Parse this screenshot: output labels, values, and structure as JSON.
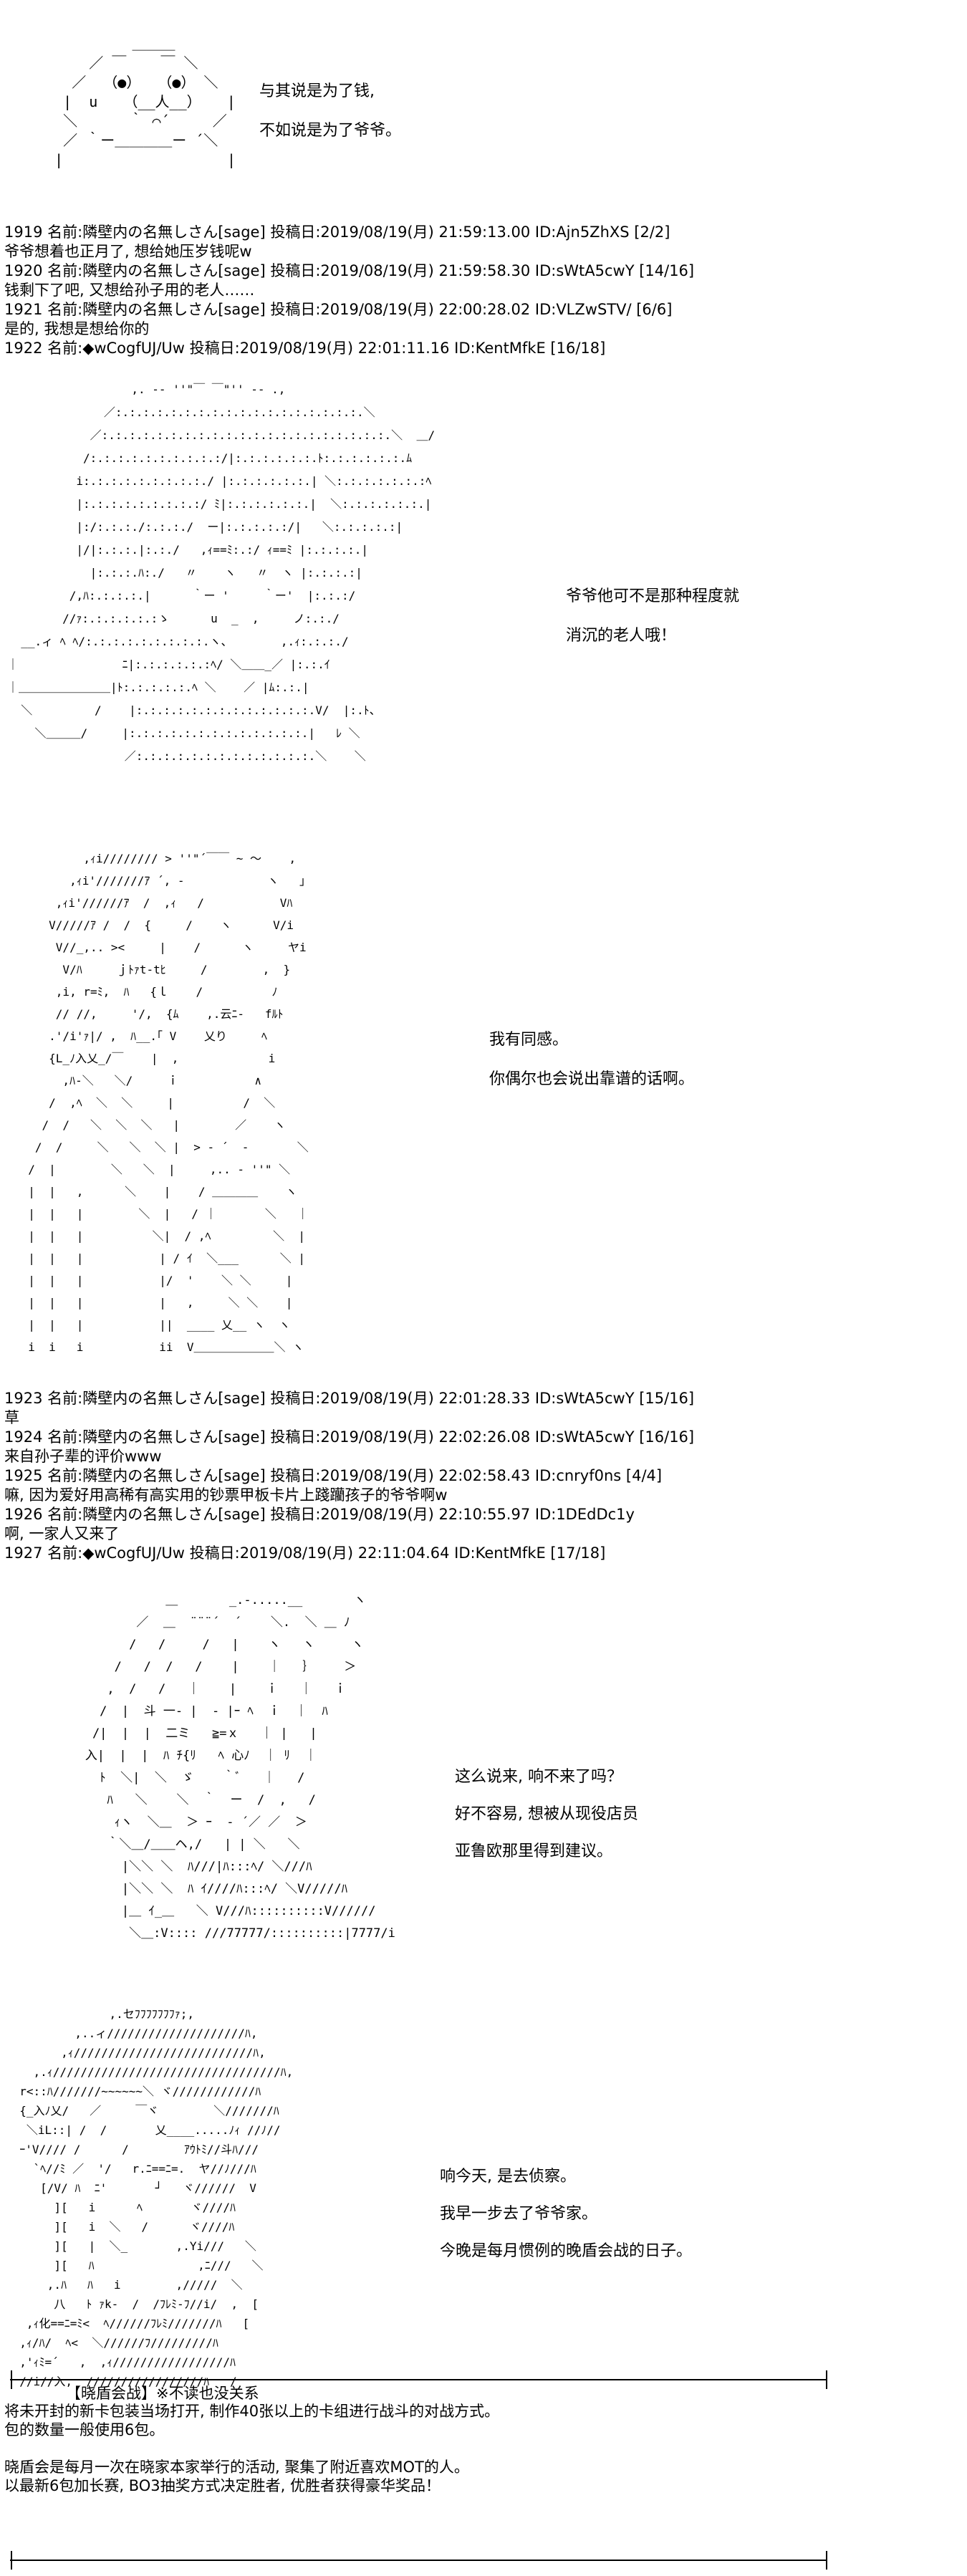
{
  "scene1": {
    "caption": [
      "与其说是为了钱,",
      "不如说是为了爷爷。"
    ]
  },
  "posts1": [
    "1919 名前:隣壁内の名無しさん[sage] 投稿日:2019/08/19(月) 21:59:13.00 ID:Ajn5ZhXS [2/2]",
    "爷爷想着也正月了, 想给她压岁钱呢w",
    "1920 名前:隣壁内の名無しさん[sage] 投稿日:2019/08/19(月) 21:59:58.30 ID:sWtA5cwY [14/16]",
    "钱剩下了吧, 又想给孙子用的老人……",
    "1921 名前:隣壁内の名無しさん[sage] 投稿日:2019/08/19(月) 22:00:28.02 ID:VLZwSTV/ [6/6]",
    "是的, 我想是想给你的",
    "1922 名前:◆wCogfUJ/Uw 投稿日:2019/08/19(月) 22:01:11.16 ID:KentMfkE [16/18]"
  ],
  "scene2": {
    "caption": [
      "爷爷他可不是那种程度就",
      "消沉的老人哦！"
    ]
  },
  "scene3": {
    "caption": [
      "我有同感。",
      "你偶尔也会说出靠谱的话啊。"
    ]
  },
  "posts2": [
    "1923 名前:隣壁内の名無しさん[sage] 投稿日:2019/08/19(月) 22:01:28.33 ID:sWtA5cwY [15/16]",
    "草",
    "1924 名前:隣壁内の名無しさん[sage] 投稿日:2019/08/19(月) 22:02:26.08 ID:sWtA5cwY [16/16]",
    "来自孙子辈的评价www",
    "1925 名前:隣壁内の名無しさん[sage] 投稿日:2019/08/19(月) 22:02:58.43 ID:cnryf0ns [4/4]",
    "嘛, 因为爱好用高稀有高实用的钞票甲板卡片上踐躪孩子的爷爷啊w",
    "1926 名前:隣壁内の名無しさん[sage] 投稿日:2019/08/19(月) 22:10:55.97 ID:1DEdDc1y",
    "啊, 一家人又来了",
    "1927 名前:◆wCogfUJ/Uw 投稿日:2019/08/19(月) 22:11:04.64 ID:KentMfkE [17/18]"
  ],
  "scene4": {
    "caption": [
      "这么说来, 响不来了吗？",
      "好不容易, 想被从现役店员",
      "亚鲁欧那里得到建议。"
    ]
  },
  "scene5": {
    "caption": [
      "响今天, 是去侦察。",
      "我早一步去了爷爷家。",
      "今晚是每月惯例的晚盾会战的日子。"
    ]
  },
  "notice": {
    "title": "【晓盾会战】※不读也没关系",
    "lines": [
      "将未开封的新卡包装当场打开, 制作40张以上的卡组进行战斗的对战方式。",
      "包的数量一般使用6包。",
      "",
      "晓盾会是每月一次在晓家本家举行的活动, 聚集了附近喜欢MOT的人。",
      "以最新6包加长赛, BO3抽奖方式决定胜者, 优胜者获得豪华奖品！"
    ]
  },
  "art": {
    "a1": [
      "            ＿＿＿",
      "       ／ ￣    ￣ ＼",
      "     ／  （●）  （●） ＼",
      "    |  u   （__人__）   |",
      "    ＼      ｀ ⌒´     ／",
      "    ／ ｀ー＿＿＿＿ー ´＼",
      "   |                   |"
    ],
    "a2": [
      "                  ,. -‐ ''\"￣ ￣\"'' ‐- .,",
      "              ／:.:.:.:.:.:.:.:.:.:.:.:.:.:.:.:.:.:.＼",
      "            ／:.:.:.:.:.:.:.:.:.:.:.:.:.:.:.:.:.:.:.:.:.＼  ＿/",
      "           /:.:.:.:.:.:.:.:.:.:/|:.:.:.:.:.:.ﾄ:.:.:.:.:.:.ﾑ",
      "          i:.:.:.:.:.:.:.:.:./ |:.:.:.:.:.:.| ＼:.:.:.:.:.:.:ﾍ",
      "          |:.:.:.:.:.:.:.:.:/ ﾐ|:.:.:.:.:.:.|  ＼:.:.:.:.:.:.|",
      "          |:/:.:.:./:.:.:./  ー|:.:.:.:.:/|   ＼:.:.:.:.:|",
      "          |/|:.:.:.|:.:./   ,ｨ==ﾐ:.:/ ｨ==ﾐ |:.:.:.:.|",
      "            |:.:.:.ﾊ:./   〃    ヽ   〃  ヽ |:.:.:.:|",
      "         /,ﾊ:.:.:.:.|      ｀ー '     ｀ー'  |:.:.:/",
      "        //ｧ:.:.:.:.:.:ゝ      u  _  ,     ノ:.:./",
      "  __.ィ ﾍ ﾍ/:.:.:.:.:.:.:.:.:.ヽ、       ,.ｨ:.:.:./",
      "｜               ﾆ|:.:.:.:.:.:ﾍ/ ＼＿＿_／ |:.:.ｲ",
      "｜＿＿＿＿＿＿＿＿|ﾄ:.:.:.:.:.ﾍ ＼    ／ |ﾑ:.:.|",
      "  ＼         /    |:.:.:.:.:.:.:.:.:.:.:.:.:.V/  |:.ﾄ、",
      "    ＼＿＿＿/     |:.:.:.:.:.:.:.:.:.:.:.:.:.|   ﾚ ＼",
      "                 ／:.:.:.:.:.:.:.:.:.:.:.:.:.＼    ＼"
    ],
    "a3": [
      "          ,ｨi//////// > ''\"´￣￣ ~ ～    ,",
      "        ,ｨi'///////ｱ ´, ‐            ヽ   ｣",
      "      ,ｨi'//////ｱ  /  ,ｨ   /           Vﾊ",
      "     V/////ｱ /  /  {     /    ヽ      V/i",
      "      V//_,.. ><     |    /      ヽ     ヤi",
      "       V/ﾊ     ｊﾄｧt‐tﾋ     /        ,  }",
      "      ,i, r=ﾐ,  ﾊ   {ｌ    /          ﾉ",
      "      // //,     '/,  {ﾑ    ,.云ﾆ-   fﾙﾄ",
      "     .'/i'ｧ|/ ,  ﾊ__.｢ V    乂り     ﾍ",
      "     {L_ﾉ入乂_/￣    |  ,             i",
      "       ,ﾊ-＼   ＼/     ｉ           ∧",
      "     /  ,ﾍ  ＼  ＼     |          /  ＼",
      "    /  /   ＼  ＼  ＼   |        ／    ヽ",
      "   /  /     ＼   ＼  ＼ |  > ‐ ´  -       ＼",
      "  /  |        ＼   ＼  |     ,.. - ''\" ＼",
      "  |  |   ,      ＼    |    / ＿＿＿＿    ヽ",
      "  |  |   |        ＼  |   / ｜       ＼   ｜",
      "  |  |   |          ＼|  / ,ﾍ         ＼  |",
      "  |  |   |           | / ｲ  ＼___      ＼ |",
      "  |  |   |           |/  '    ＼ ＼     |",
      "  |  |   |           |   ,     ＼ ＼    |",
      "  |  |   |           ||  ____ 乂__ ヽ  ヽ",
      "  i  i   i           ii  V＿＿＿＿＿＿＿＼ ヽ"
    ],
    "a4": [
      "              ＿       _.-.....__       ヽ",
      "          ／  ＿  ¨¨¨´  ´    ＼.  ＼ ＿ ﾉ",
      "         /   /     /   |    ヽ   ヽ     ヽ",
      "       /   /  /   /    |    ｜   ｝    ＞",
      "      ,  /   /   ｜    |    ｉ   ｜   ｉ",
      "     /  |  斗 一‐ |  ‐ |ｰ ﾍ  ｉ  ｜  ﾊ",
      "    /|  |  |  二ミ   ≧=ｘ   ｜ |   |",
      "   入|  |  |  ﾊ ﾁ{ﾘ   ﾍ 心ﾉ  ｜ ﾘ  ｜",
      "     ﾄ  ＼|  ＼  ゞ    ｀ﾞ   ｜   /",
      "      ﾊ   ＼    ＼  ｀  ー  /  ,   /",
      "       ｨヽ  ＼＿  ＞ ｰ  ‐ ´／ ／  ＞",
      "      ｀＼＿/＿＿ヘ,/   | | ＼   ＼",
      "        |＼＼ ＼  ﾊ///|ﾊ:::ﾍ/ ＼///ﾊ",
      "        |＼＼ ＼  ﾊ ｲ////ﾊ:::ﾍ/ ＼V/////ﾊ",
      "        |＿ ｲ_＿   ＼ V///ﾊ::::::::::V//////",
      "         ＼＿:V:::: ///77777/::::::::::|7777/i"
    ],
    "a5": [
      "               ,.セﾌﾌﾌﾌﾌﾌﾌｧ;,",
      "          ,..ィ////////////////////ﾊ,",
      "        ,ｨ//////////////////////////ﾊ,",
      "    ,.ｨ/////////////////////////////////ﾊ,",
      "  r<::ﾊ///////~~~~~~＼ ヾ////////////ﾊ",
      "  {_入ﾉ乂/   ／     ￣ヾ        ＼///////ﾊ",
      "   ＼iL::| /  /       乂____.....ﾉｨ //ﾉ//",
      "  ｰ'V//// /      /        ｱｳﾄﾐ//斗ﾊ///",
      "    `ﾍ//ﾐ ／  '/   r.ﾆ==ﾆ=.  ヤ//ﾉ///ﾊ",
      "     [/V/ ﾊ  ﾆ'       ┘   ヾ//////  V",
      "       ][   i      ﾍ       ヾ////ﾊ",
      "       ][   i  ＼   /      ヾ////ﾊ",
      "       ][   |  ＼_       ,.Yi///   ＼",
      "       ][   ﾊ               ,ﾆ///   ＼",
      "      ,.ﾊ   ﾊ   i        ,/////  ＼",
      "       八   ﾄ ｧk-  /  /ﾌﾚﾐ-ﾌ//i/  ,  [",
      "   ,ｨ化==ﾆ=ﾐ<  ﾍ//////ﾌﾚﾐ///////ﾊ   [",
      "  ,ｨ/ﾊ/  ﾍ<  ＼//////ﾌ/////////ﾊ",
      "  ,'ｨﾐ=´   ,  ,ｨ/////////////////ﾊ",
      "  //i//入,  /////////////////ﾊ   /"
    ]
  }
}
